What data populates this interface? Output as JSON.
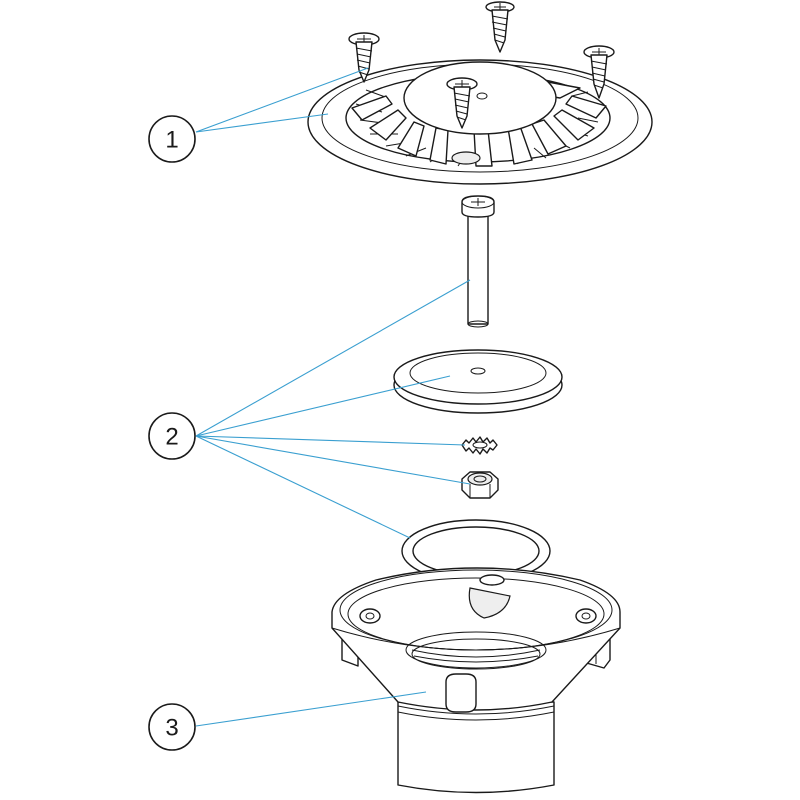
{
  "colors": {
    "leader": "#3a9fd0",
    "line": "#1a1a1a"
  },
  "callouts": [
    {
      "id": "callout-1",
      "label": "1"
    },
    {
      "id": "callout-2",
      "label": "2"
    },
    {
      "id": "callout-3",
      "label": "3"
    }
  ]
}
